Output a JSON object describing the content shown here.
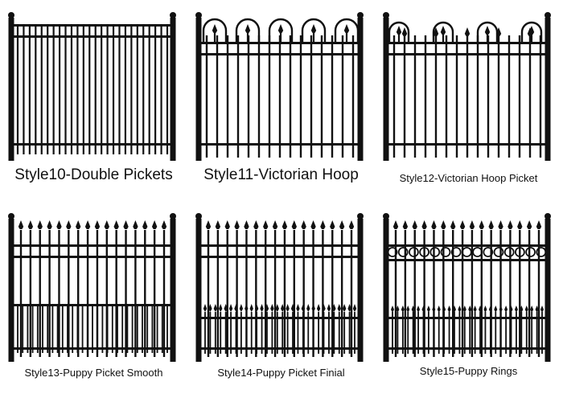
{
  "styles": [
    {
      "id": "style10",
      "caption": "Style10-Double Pickets",
      "design": "double-pickets"
    },
    {
      "id": "style11",
      "caption": "Style11-Victorian Hoop",
      "design": "victorian-hoop"
    },
    {
      "id": "style12",
      "caption": "Style12-Victorian Hoop Picket",
      "design": "victorian-hoop-picket"
    },
    {
      "id": "style13",
      "caption": "Style13-Puppy Picket Smooth",
      "design": "puppy-picket-smooth"
    },
    {
      "id": "style14",
      "caption": "Style14-Puppy Picket Finial",
      "design": "puppy-picket-finial"
    },
    {
      "id": "style15",
      "caption": "Style15-Puppy Rings",
      "design": "puppy-rings"
    }
  ],
  "colors": {
    "metal": "#111111",
    "background": "#ffffff"
  }
}
